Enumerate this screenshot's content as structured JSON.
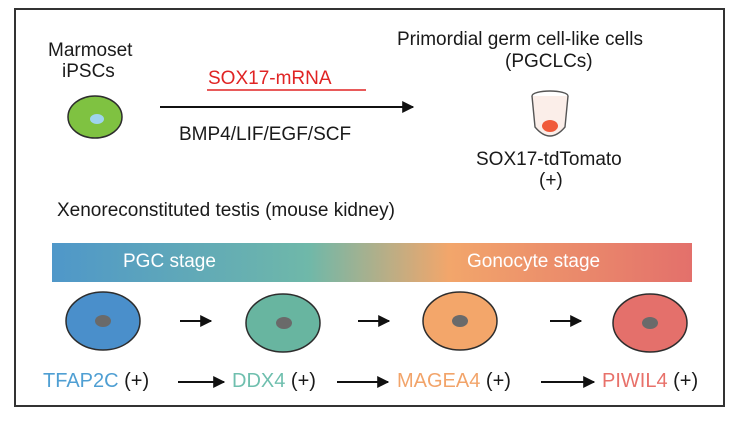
{
  "source": {
    "name_line1": "Marmoset",
    "name_line2": "iPSCs"
  },
  "induction": {
    "mrna": "SOX17-mRNA",
    "factors": "BMP4/LIF/EGF/SCF"
  },
  "product": {
    "title_line1": "Primordial germ cell-like cells",
    "title_line2": "(PGCLCs)",
    "marker_line1": "SOX17-tdTomato",
    "marker_line2": "(+)"
  },
  "section_title": "Xenoreconstituted testis (mouse kidney)",
  "stage_bar": {
    "left_label": "PGC stage",
    "right_label": "Gonocyte stage",
    "colors": [
      "#4f97c9",
      "#6fb8a9",
      "#f2a66b",
      "#e3706b"
    ]
  },
  "markers": [
    {
      "name": "TFAP2C",
      "sign": "(+)",
      "color": "#4f9fd3"
    },
    {
      "name": "DDX4",
      "sign": "(+)",
      "color": "#6fbfae"
    },
    {
      "name": "MAGEA4",
      "sign": "(+)",
      "color": "#f2a46a"
    },
    {
      "name": "PIWIL4",
      "sign": "(+)",
      "color": "#e8716a"
    }
  ],
  "colors": {
    "mrna": "#e02424",
    "ipsc_cell": "#7fc241",
    "ipsc_nucleus": "#9fd4ee",
    "tube_pellet": "#f05a3a",
    "nucleus": "#6a6a6a",
    "cell_fills": [
      "#4a8fcb",
      "#68b5a0",
      "#f3a66a",
      "#e4706b"
    ]
  }
}
